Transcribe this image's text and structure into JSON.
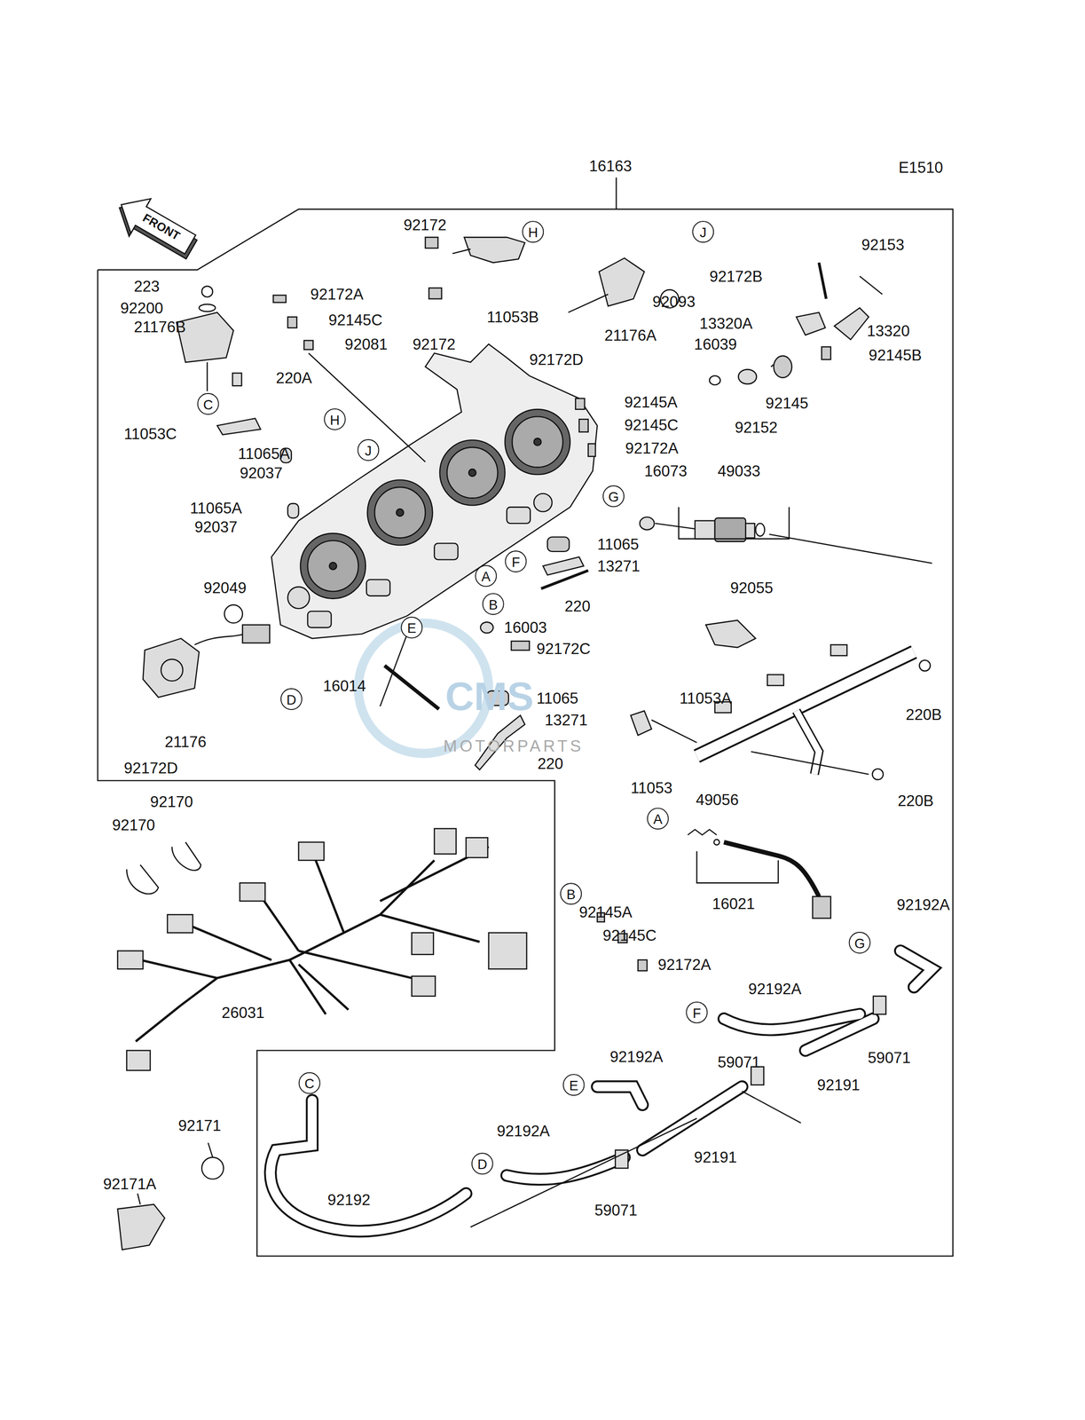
{
  "diagram": {
    "nodes": [
      {
        "text": [
          "H"
        ]
      },
      {
        "text": [
          "J"
        ]
      },
      {
        "text": [
          "C"
        ]
      },
      {
        "text": [
          "H"
        ]
      },
      {
        "text": [
          "J"
        ]
      },
      {
        "text": [
          "G"
        ]
      },
      {
        "text": [
          "F"
        ]
      },
      {
        "text": [
          "A"
        ]
      },
      {
        "text": [
          "B"
        ]
      },
      {
        "text": [
          "E"
        ]
      },
      {
        "text": [
          "D"
        ]
      },
      {
        "text": [
          "A"
        ]
      },
      {
        "text": [
          "B"
        ]
      },
      {
        "text": [
          "G"
        ]
      },
      {
        "text": [
          "F"
        ]
      },
      {
        "text": [
          "C"
        ]
      },
      {
        "text": [
          "E"
        ]
      },
      {
        "text": [
          "D"
        ]
      }
    ],
    "labels": [
      "16163",
      "E1510",
      "FRONT",
      "92172",
      "92172A",
      "92145C",
      "92081",
      "92172",
      "11053B",
      "92093",
      "21176A",
      "92172D",
      "92153",
      "92172B",
      "13320A",
      "13320",
      "16039",
      "92145B",
      "92145",
      "92152",
      "223",
      "92200",
      "21176B",
      "220A",
      "11053C",
      "11065A",
      "92037",
      "11065A",
      "92037",
      "92049",
      "92145A",
      "92145C",
      "92172A",
      "16073",
      "49033",
      "11065",
      "13271",
      "220",
      "92055",
      "16003",
      "92172C",
      "16014",
      "11065",
      "13271",
      "220",
      "11053A",
      "220B",
      "11053",
      "49056",
      "220B",
      "21176",
      "92172D",
      "92170",
      "92170",
      "26031",
      "16021",
      "92192A",
      "92145A",
      "92145C",
      "92172A",
      "92192A",
      "59071",
      "92191",
      "59071",
      "92192A",
      "92192A",
      "92191",
      "59071",
      "92192",
      "92171",
      "92171A",
      "CMS",
      "MOTORPARTS"
    ]
  }
}
